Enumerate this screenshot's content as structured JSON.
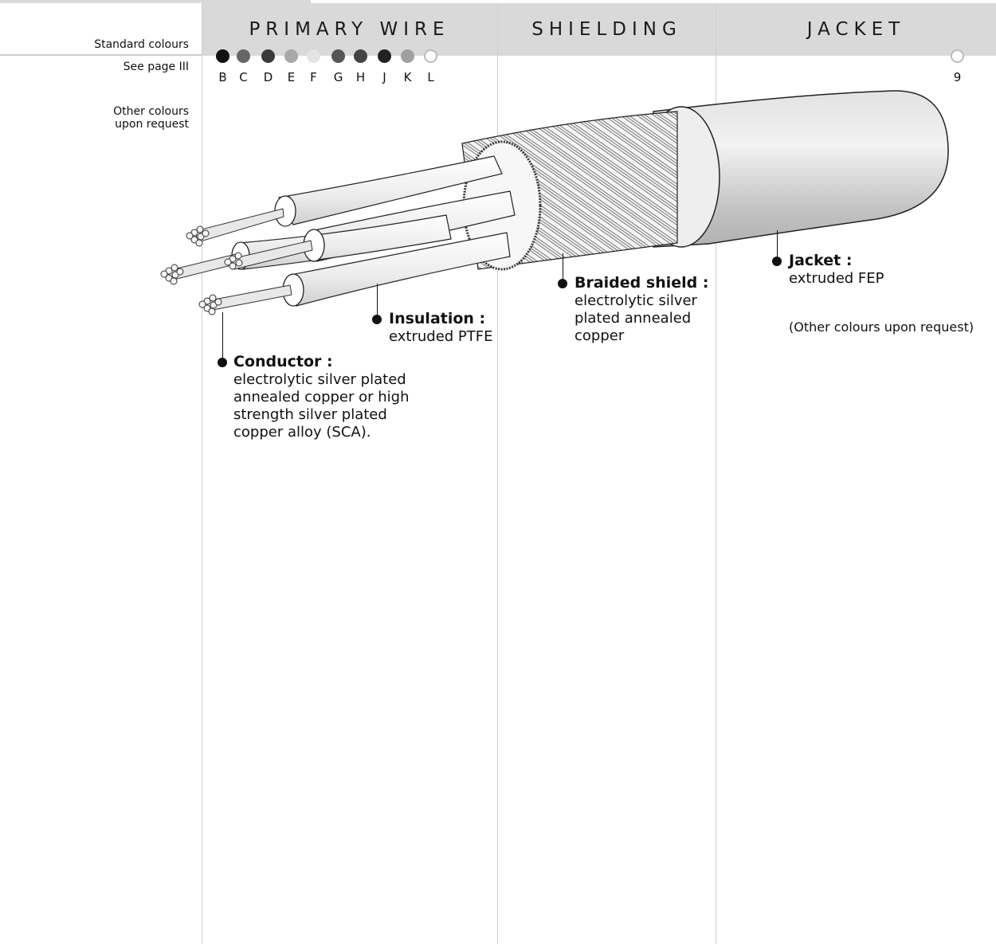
{
  "sidebar": {
    "standard_colours": "Standard colours",
    "see_page": "See page III",
    "other_colours_line1": "Other colours",
    "other_colours_line2": "upon request"
  },
  "columns": {
    "primary_wire": "PRIMARY WIRE",
    "shielding": "SHIELDING",
    "jacket": "JACKET"
  },
  "primary_colours": [
    {
      "code": "B",
      "color": "#111111"
    },
    {
      "code": "C",
      "color": "#666666"
    },
    {
      "code": "D",
      "color": "#3a3a3a"
    },
    {
      "code": "E",
      "color": "#a8a8a8"
    },
    {
      "code": "F",
      "color": "#e4e4e4"
    },
    {
      "code": "G",
      "color": "#555555"
    },
    {
      "code": "H",
      "color": "#444444"
    },
    {
      "code": "J",
      "color": "#222222"
    },
    {
      "code": "K",
      "color": "#a0a0a0"
    },
    {
      "code": "L",
      "color": "#ffffff"
    }
  ],
  "jacket_colour": {
    "code": "9",
    "color": "#ffffff"
  },
  "callouts": {
    "insulation_title": "Insulation :",
    "insulation_text": "extruded PTFE",
    "conductor_title": "Conductor :",
    "conductor_lines": [
      "electrolytic silver plated",
      "annealed copper or high",
      "strength silver plated",
      "copper alloy (SCA)."
    ],
    "braid_title": "Braided shield :",
    "braid_lines": [
      "electrolytic silver",
      "plated annealed",
      "copper"
    ],
    "jacket_title": "Jacket :",
    "jacket_text": "extruded FEP",
    "jacket_note": "(Other colours upon request)"
  }
}
